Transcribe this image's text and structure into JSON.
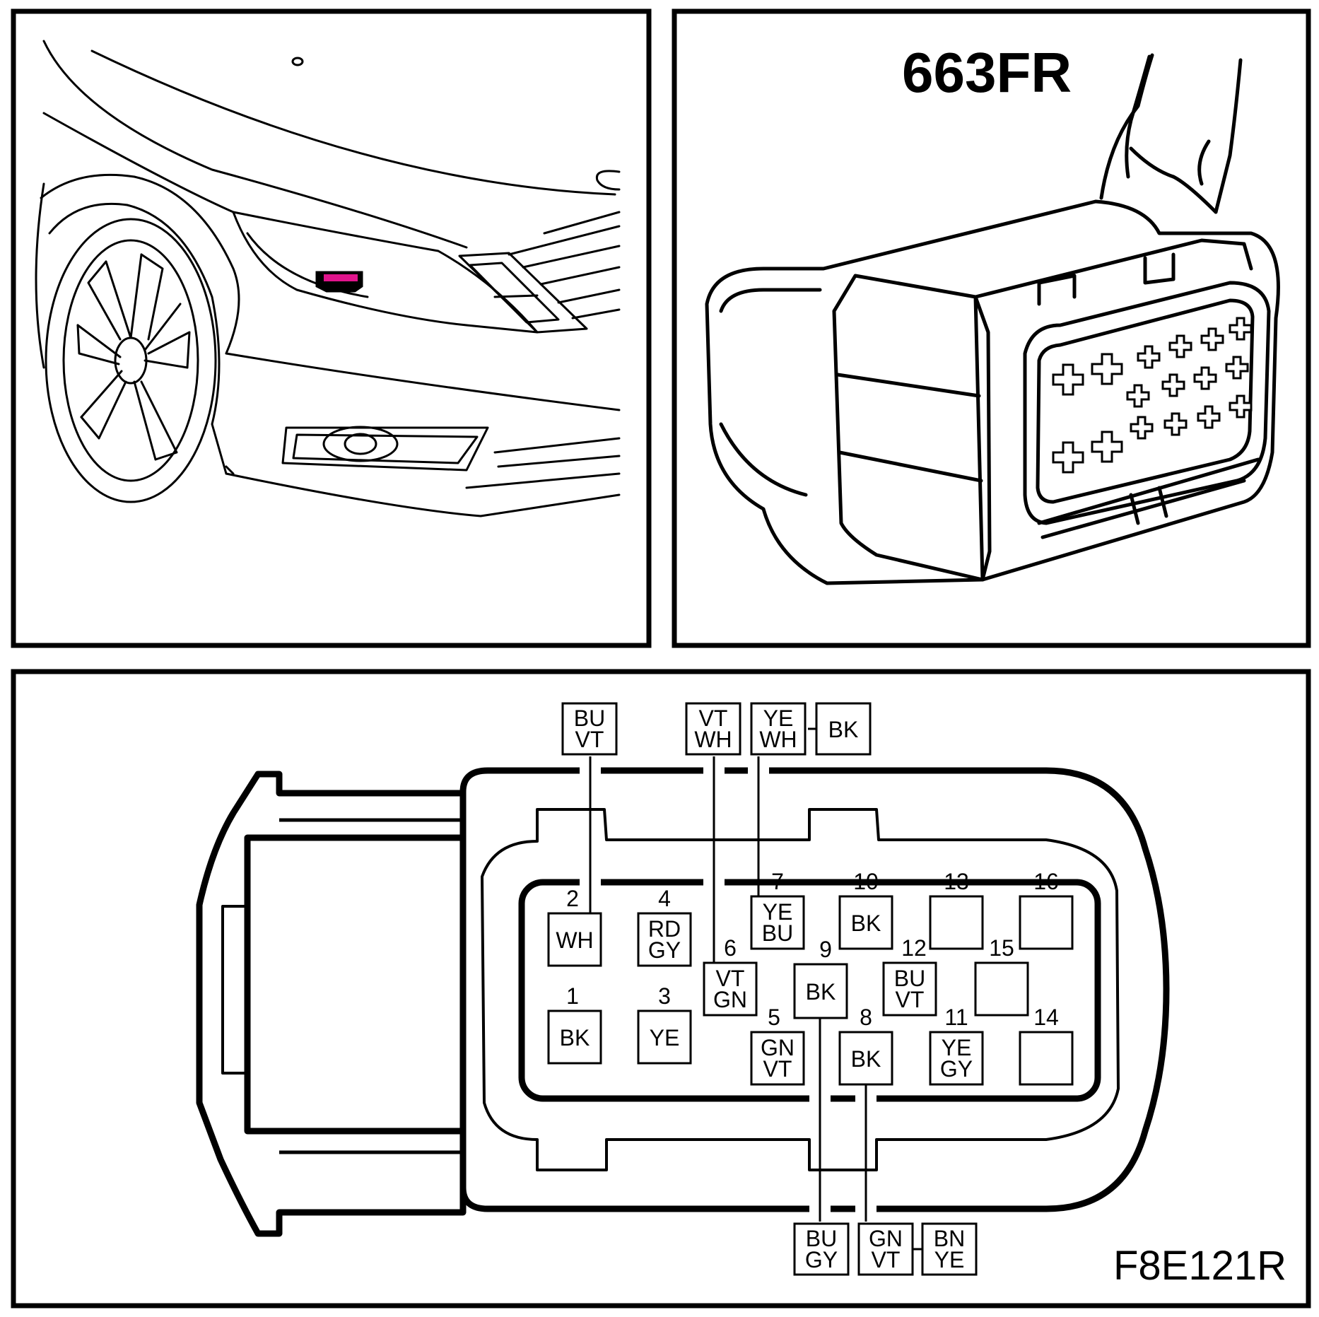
{
  "connector_code": "663FR",
  "figure_code": "F8E121R",
  "highlight_color": "#e0148c",
  "pins": [
    {
      "number": "1",
      "colors": [
        "BK"
      ]
    },
    {
      "number": "2",
      "colors": [
        "WH"
      ]
    },
    {
      "number": "3",
      "colors": [
        "YE"
      ]
    },
    {
      "number": "4",
      "colors": [
        "RD",
        "GY"
      ]
    },
    {
      "number": "5",
      "colors": [
        "GN",
        "VT"
      ]
    },
    {
      "number": "6",
      "colors": [
        "VT",
        "GN"
      ]
    },
    {
      "number": "7",
      "colors": [
        "YE",
        "BU"
      ]
    },
    {
      "number": "8",
      "colors": [
        "BK"
      ]
    },
    {
      "number": "9",
      "colors": [
        "BK"
      ]
    },
    {
      "number": "10",
      "colors": [
        "BK"
      ]
    },
    {
      "number": "11",
      "colors": [
        "YE",
        "GY"
      ]
    },
    {
      "number": "12",
      "colors": [
        "BU",
        "VT"
      ]
    },
    {
      "number": "13",
      "colors": []
    },
    {
      "number": "14",
      "colors": []
    },
    {
      "number": "15",
      "colors": []
    },
    {
      "number": "16",
      "colors": []
    }
  ],
  "external_wires": [
    {
      "pin": "2",
      "colors": [
        "BU",
        "VT"
      ]
    },
    {
      "pin": "6",
      "colors": [
        "VT",
        "WH"
      ]
    },
    {
      "pin": "7",
      "colors": [
        "YE",
        "WH"
      ]
    },
    {
      "pin": "7",
      "colors": [
        "BK"
      ]
    },
    {
      "pin": "9",
      "colors": [
        "BU",
        "GY"
      ]
    },
    {
      "pin": "8",
      "colors": [
        "GN",
        "VT"
      ]
    },
    {
      "pin": "8",
      "colors": [
        "BN",
        "YE"
      ]
    }
  ]
}
